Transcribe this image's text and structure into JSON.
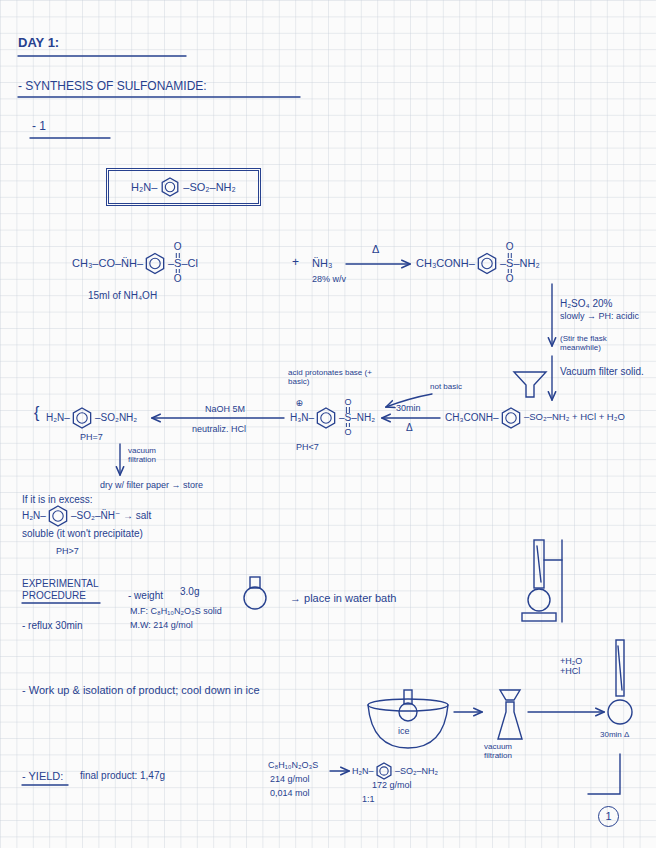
{
  "diagram": {
    "title": "DAY 1:",
    "nodes": [
      {
        "text": [
          "H₂N–",
          "–SO₂–NH₂"
        ]
      },
      {
        "text": [
          "1"
        ]
      }
    ],
    "labels": [
      "- SYNTHESIS OF SULFONAMIDE:",
      "- 1",
      "CH₃–CO–N̈H–",
      "–S–Cl",
      "O",
      "O",
      "+",
      "N̈H₃",
      "28% w/v",
      "Δ",
      "CH₃CONH–",
      "–S–NH₂",
      "O",
      "O",
      "15ml of NH₄OH",
      "H₂SO₄ 20%",
      "slowly → PH: acidic",
      "(Stir the flask meanwhile)",
      "Vacuum filter solid.",
      "acid protonates base (+ basic)",
      "not basic",
      "⊕",
      "H₃N–",
      "–S–NH₂",
      "O",
      "O",
      "PH<7",
      "30min",
      "Δ",
      "CH₃CONH–",
      "–SO₂–NH₂ + HCl + H₂O",
      "NaOH 5M",
      "neutraliz. HCl",
      "{",
      "H₂N–",
      "–SO₂NH₂",
      "PH=7",
      "vacuum filtration",
      "dry w/ filter paper → store",
      "If it is in excess:",
      "H₂N–",
      "–SO₂–N̈H⁻ → salt",
      "soluble (it won't precipitate)",
      "PH>7",
      "EXPERIMENTAL PROCEDURE",
      "- weight",
      "3.0g",
      "→ place in water bath",
      "M.F: C₈H₁₀N₂O₃S solid",
      "M.W: 214 g/mol",
      "- reflux 30min",
      "- Work up & isolation of product; cool down in ice",
      "ice",
      "vacuum filtration",
      "+H₂O +HCl",
      "30min Δ",
      "- YIELD:",
      "final product: 1,47g",
      "C₈H₁₀N₂O₃S",
      "214 g/mol",
      "0,014 mol",
      "H₂N–",
      "–SO₂–NH₂",
      "172 g/mol",
      "1:1"
    ]
  }
}
